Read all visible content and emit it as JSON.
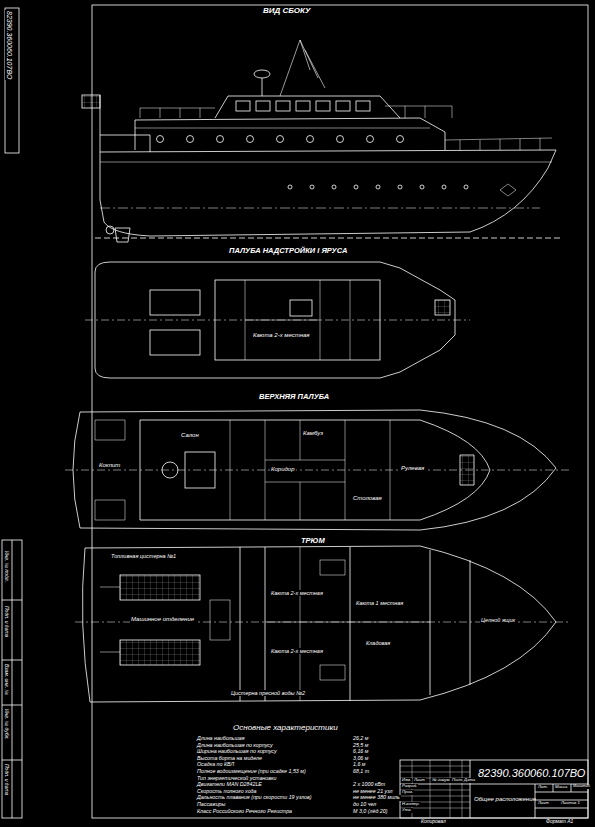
{
  "diagram": {
    "nodes": [
      {
        "text": [
          "82390.360060.107ВО",
          "Общее расположение"
        ]
      }
    ],
    "labels": [
      "82390.360060.107ВО",
      "ВИД СБОКУ",
      "ПАЛУБА НАДСТРОЙКИ I ЯРУСА",
      "ВЕРХНЯЯ ПАЛУБА",
      "ТРЮМ",
      "Основные характеристики",
      "Длина наибольшая",
      "26,2 м",
      "Длина наибольшая по корпусу",
      "25,5 м",
      "Ширина наибольшая по корпусу",
      "6,16 м",
      "Высота борта на миделе",
      "3,06 м",
      "Осадка по КВЛ",
      "1,6 м",
      "Полное водоизмещение (при осадке 1,53 м)",
      "68,1 т",
      "Тип энергетической установки",
      "Двигатели MAN D2842LE",
      "2 х 1000 кВт",
      "Скорость полного хода",
      "не менее 21 узл",
      "Дальность плавания (при скорости 19 узлов)",
      "не менее 380 миль",
      "Пассажиры",
      "до 10 чел",
      "Класс Российского Речного Регистра",
      "М 3,0 (лёд 20)",
      "Каюта 2-х местная",
      "Кокпит",
      "Салон",
      "Коридор",
      "Камбуз",
      "Столовая",
      "Рулевая",
      "Топливная цистерна №1",
      "Машинное отделение",
      "Каюта 2-х местная",
      "Каюта 2-х местная",
      "Каюта 1 местная",
      "Кладовая",
      "Цепной ящик",
      "Цистерна пресной воды №2",
      "Изм.",
      "Лист",
      "№ докум.",
      "Подп.",
      "Дата",
      "Разраб.",
      "Пров.",
      "Н.контр.",
      "Утв.",
      "Лит.",
      "Масса",
      "Масштаб",
      "Лист",
      "Листов 1",
      "Копировал",
      "Формат А1",
      "Инв. № подл.",
      "Подп. и дата",
      "Взам. инв. №",
      "Инв. № дубл.",
      "Подп. и дата"
    ]
  }
}
